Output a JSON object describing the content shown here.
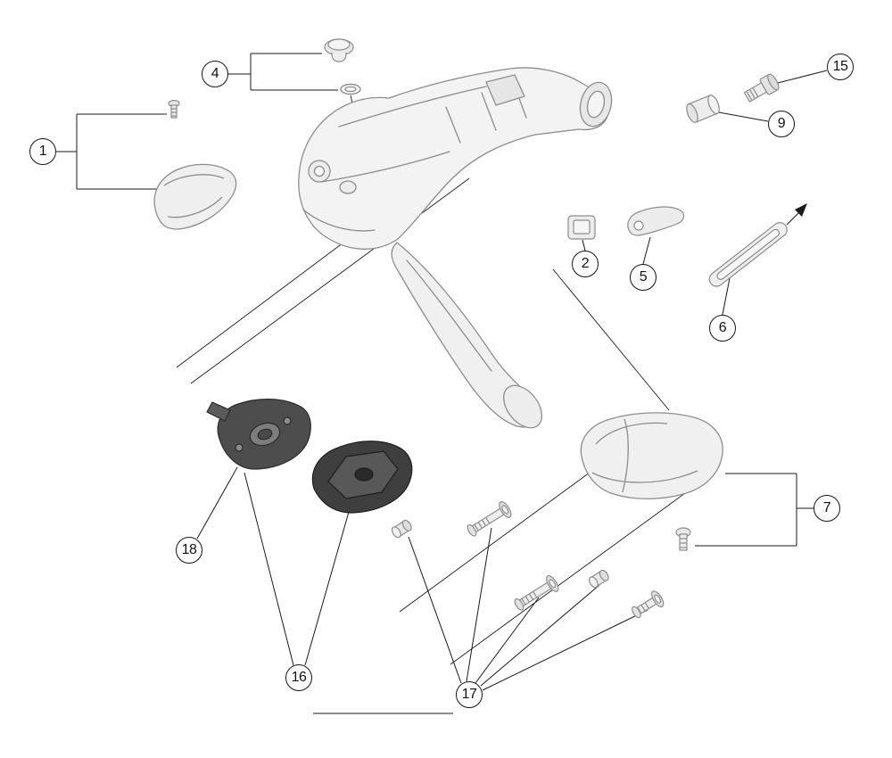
{
  "diagram": {
    "figure_type": "exploded-parts-diagram",
    "background_color": "#ffffff",
    "leader_line_color": "#1a1a1a",
    "part_outline_color": "#8d8d8d",
    "part_fill_color": "#f2f2f2",
    "dark_part_fill_color": "#454545",
    "callouts": [
      {
        "id": "callout-1",
        "label": "1"
      },
      {
        "id": "callout-2",
        "label": "2"
      },
      {
        "id": "callout-4",
        "label": "4"
      },
      {
        "id": "callout-5",
        "label": "5"
      },
      {
        "id": "callout-6",
        "label": "6"
      },
      {
        "id": "callout-7",
        "label": "7"
      },
      {
        "id": "callout-9",
        "label": "9"
      },
      {
        "id": "callout-15",
        "label": "15"
      },
      {
        "id": "callout-16",
        "label": "16"
      },
      {
        "id": "callout-17",
        "label": "17"
      },
      {
        "id": "callout-18",
        "label": "18"
      }
    ]
  }
}
